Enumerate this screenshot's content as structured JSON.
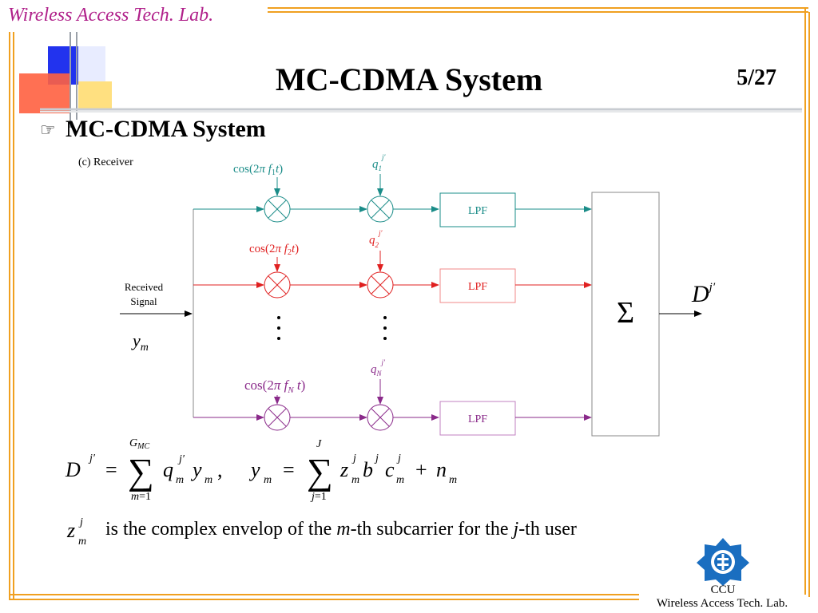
{
  "header": {
    "lab_name": "Wireless Access Tech. Lab.",
    "title": "MC-CDMA System",
    "page_number": "5/27"
  },
  "content": {
    "bullet_icon": "pointing-hand-icon",
    "subheading": "MC-CDMA System",
    "figure_label": "(c) Receiver",
    "received_signal_line1": "Received",
    "received_signal_line2": "Signal",
    "branches": [
      {
        "carrier": "cos(2π f1 t)",
        "code": "q1 j'",
        "filter": "LPF",
        "color": "#1a8c88"
      },
      {
        "carrier": "cos(2π f2 t)",
        "code": "q2 j'",
        "filter": "LPF",
        "color": "#e02020"
      },
      {
        "carrier": "cos(2π fN t)",
        "code": "qN j'",
        "filter": "LPF",
        "color": "#8a2a8a"
      }
    ],
    "summer_symbol": "Σ",
    "output_label": "D j'",
    "input_label": "y m",
    "caption_text": "is the complex envelop of the",
    "caption_m": "m",
    "caption_mid": "-th subcarrier for the",
    "caption_j": "j",
    "caption_end": "-th user"
  },
  "footer": {
    "logo_name": "ccu-emblem-icon",
    "org": "CCU",
    "lab": "Wireless Access Tech. Lab."
  },
  "colors": {
    "accent_magenta": "#b0208a",
    "frame_orange": "#f0a020",
    "teal": "#1a8c88",
    "red": "#e02020",
    "purple": "#8a2a8a",
    "logo_blue": "#1a6ec0"
  }
}
